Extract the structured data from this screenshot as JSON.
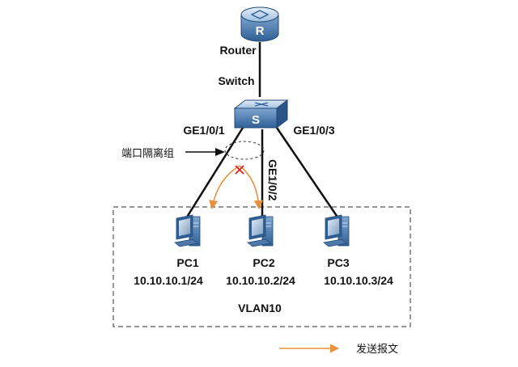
{
  "router": {
    "label": "Router"
  },
  "switch": {
    "label": "Switch"
  },
  "ports": {
    "p1": "GE1/0/1",
    "p2": "GE1/0/2",
    "p3": "GE1/0/3"
  },
  "isolation": {
    "label": "端口隔离组"
  },
  "pcs": [
    {
      "name": "PC1",
      "ip": "10.10.10.1/24"
    },
    {
      "name": "PC2",
      "ip": "10.10.10.2/24"
    },
    {
      "name": "PC3",
      "ip": "10.10.10.3/24"
    }
  ],
  "vlan": {
    "label": "VLAN10"
  },
  "legend": {
    "label": "发送报文"
  },
  "colors": {
    "device": "#2f5f95",
    "arrow": "#e8903a",
    "block": "#e02020"
  }
}
